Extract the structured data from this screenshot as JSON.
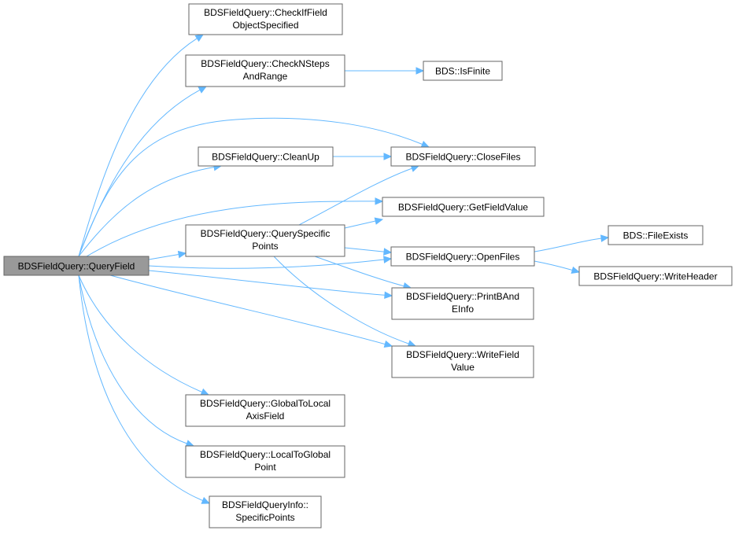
{
  "graph": {
    "edge_color": "#63b8ff",
    "root_fill": "#999999",
    "node_fill": "#ffffff",
    "node_border": "#666666",
    "nodes": {
      "query_field": {
        "lines": [
          "BDSFieldQuery::QueryField"
        ],
        "root": true
      },
      "check_if_field": {
        "lines": [
          "BDSFieldQuery::CheckIfField",
          "ObjectSpecified"
        ]
      },
      "check_nsteps": {
        "lines": [
          "BDSFieldQuery::CheckNSteps",
          "AndRange"
        ]
      },
      "is_finite": {
        "lines": [
          "BDS::IsFinite"
        ]
      },
      "clean_up": {
        "lines": [
          "BDSFieldQuery::CleanUp"
        ]
      },
      "close_files": {
        "lines": [
          "BDSFieldQuery::CloseFiles"
        ]
      },
      "get_field_value": {
        "lines": [
          "BDSFieldQuery::GetFieldValue"
        ]
      },
      "query_specific_points": {
        "lines": [
          "BDSFieldQuery::QuerySpecific",
          "Points"
        ]
      },
      "open_files": {
        "lines": [
          "BDSFieldQuery::OpenFiles"
        ]
      },
      "file_exists": {
        "lines": [
          "BDS::FileExists"
        ]
      },
      "write_header": {
        "lines": [
          "BDSFieldQuery::WriteHeader"
        ]
      },
      "print_band_einfo": {
        "lines": [
          "BDSFieldQuery::PrintBAnd",
          "EInfo"
        ]
      },
      "write_field_value": {
        "lines": [
          "BDSFieldQuery::WriteField",
          "Value"
        ]
      },
      "global_to_local": {
        "lines": [
          "BDSFieldQuery::GlobalToLocal",
          "AxisField"
        ]
      },
      "local_to_global": {
        "lines": [
          "BDSFieldQuery::LocalToGlobal",
          "Point"
        ]
      },
      "info_specific_points": {
        "lines": [
          "BDSFieldQueryInfo::",
          "SpecificPoints"
        ]
      }
    },
    "edges": [
      [
        "query_field",
        "check_if_field"
      ],
      [
        "query_field",
        "check_nsteps"
      ],
      [
        "query_field",
        "close_files"
      ],
      [
        "query_field",
        "clean_up"
      ],
      [
        "query_field",
        "get_field_value"
      ],
      [
        "query_field",
        "query_specific_points"
      ],
      [
        "query_field",
        "open_files"
      ],
      [
        "query_field",
        "print_band_einfo"
      ],
      [
        "query_field",
        "write_field_value"
      ],
      [
        "query_field",
        "global_to_local"
      ],
      [
        "query_field",
        "local_to_global"
      ],
      [
        "query_field",
        "info_specific_points"
      ],
      [
        "check_nsteps",
        "is_finite"
      ],
      [
        "clean_up",
        "close_files"
      ],
      [
        "query_specific_points",
        "close_files"
      ],
      [
        "query_specific_points",
        "get_field_value"
      ],
      [
        "query_specific_points",
        "open_files"
      ],
      [
        "query_specific_points",
        "print_band_einfo"
      ],
      [
        "query_specific_points",
        "write_field_value"
      ],
      [
        "open_files",
        "file_exists"
      ],
      [
        "open_files",
        "write_header"
      ]
    ]
  }
}
